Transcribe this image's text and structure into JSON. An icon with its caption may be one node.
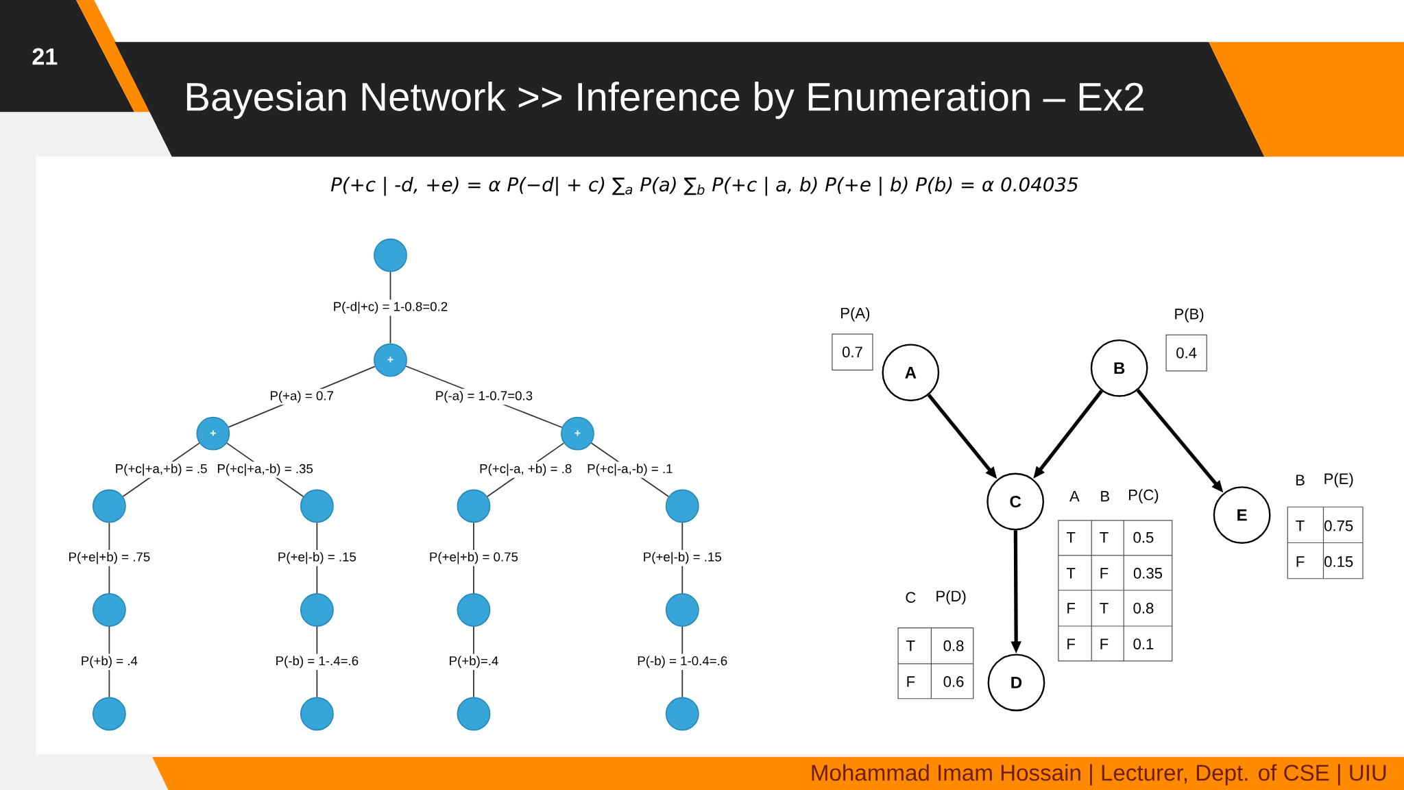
{
  "diagram": {
    "title": "Bayesian Network >> Inference by Enumeration – Ex2",
    "nodes": [
      {
        "text": [],
        "shape": "circle"
      },
      {
        "text": [
          "+"
        ]
      },
      {
        "text": [
          "+"
        ]
      },
      {
        "text": [
          "+"
        ]
      },
      {
        "text": [],
        "shape": "circle"
      },
      {
        "text": [],
        "shape": "circle"
      },
      {
        "text": [],
        "shape": "circle"
      },
      {
        "text": [],
        "shape": "circle"
      },
      {
        "text": [],
        "shape": "circle"
      },
      {
        "text": [],
        "shape": "circle"
      },
      {
        "text": [],
        "shape": "circle"
      },
      {
        "text": [],
        "shape": "circle"
      },
      {
        "text": [],
        "shape": "circle"
      },
      {
        "text": [],
        "shape": "circle"
      },
      {
        "text": [],
        "shape": "circle"
      },
      {
        "text": [],
        "shape": "circle"
      },
      {
        "text": [
          "P(A)",
          "0.7"
        ]
      },
      {
        "text": [
          "A"
        ]
      },
      {
        "text": [
          "B"
        ]
      },
      {
        "text": [
          "P(B)",
          "0.4"
        ]
      },
      {
        "text": [
          "C"
        ]
      },
      {
        "text": [
          "E"
        ]
      },
      {
        "text": [
          "D"
        ]
      }
    ],
    "edges": [
      {
        "from": 0,
        "to": 1,
        "arrow": "none",
        "label": "P(-d|+c) = 1-0.8=0.2"
      },
      {
        "from": 1,
        "to": 2,
        "arrow": "none",
        "label": "P(+a) = 0.7"
      },
      {
        "from": 1,
        "to": 3,
        "arrow": "none",
        "label": "P(-a) = 1-0.7=0.3"
      },
      {
        "from": 2,
        "to": 4,
        "arrow": "none",
        "label": "P(+c|+a,+b) = .5"
      },
      {
        "from": 2,
        "to": 5,
        "arrow": "none",
        "label": "P(+c|+a,-b) = .35"
      },
      {
        "from": 3,
        "to": 6,
        "arrow": "none",
        "label": "P(+c|-a, +b) = .8"
      },
      {
        "from": 3,
        "to": 7,
        "arrow": "none",
        "label": "P(+c|-a,-b) = .1"
      },
      {
        "from": 4,
        "to": 8,
        "arrow": "none",
        "label": "P(+e|+b) = .75"
      },
      {
        "from": 5,
        "to": 9,
        "arrow": "none",
        "label": "P(+e|-b) = .15"
      },
      {
        "from": 6,
        "to": 10,
        "arrow": "none",
        "label": "P(+e|+b) = 0.75"
      },
      {
        "from": 7,
        "to": 11,
        "arrow": "none",
        "label": "P(+e|-b) = .15"
      },
      {
        "from": 8,
        "to": 12,
        "arrow": "none",
        "label": "P(+b) = .4"
      },
      {
        "from": 9,
        "to": 13,
        "arrow": "none",
        "label": "P(-b) = 1-.4=.6"
      },
      {
        "from": 10,
        "to": 14,
        "arrow": "none",
        "label": "P(+b)=.4"
      },
      {
        "from": 11,
        "to": 15,
        "arrow": "none",
        "label": "P(-b) = 1-0.4=.6"
      },
      {
        "from": 17,
        "to": 20,
        "arrow": "to",
        "style": "thick"
      },
      {
        "from": 18,
        "to": 20,
        "arrow": "to",
        "style": "thick"
      },
      {
        "from": 18,
        "to": 21,
        "arrow": "to",
        "style": "thick"
      },
      {
        "from": 20,
        "to": 22,
        "arrow": "to",
        "style": "thick"
      }
    ],
    "labels": [
      "21",
      "P(+c | -d, +e) = α P(−d| + c) ∑$_{a}$ P(a) ∑$_{b}$ P(+c | a, b) P(+e | b) P(b) = α 0.04035",
      "A",
      "B",
      "P(C)",
      "T",
      "T",
      "0.5",
      "T",
      "F",
      "0.35",
      "F",
      "T",
      "0.8",
      "F",
      "F",
      "0.1",
      "C",
      "P(D)",
      "T",
      "0.8",
      "F",
      "0.6",
      "B",
      "P(E)",
      "T",
      "0.75",
      "F",
      "0.15",
      "Mohammad Imam Hossain | Lecturer, Dept. of CSE | UIU"
    ]
  }
}
